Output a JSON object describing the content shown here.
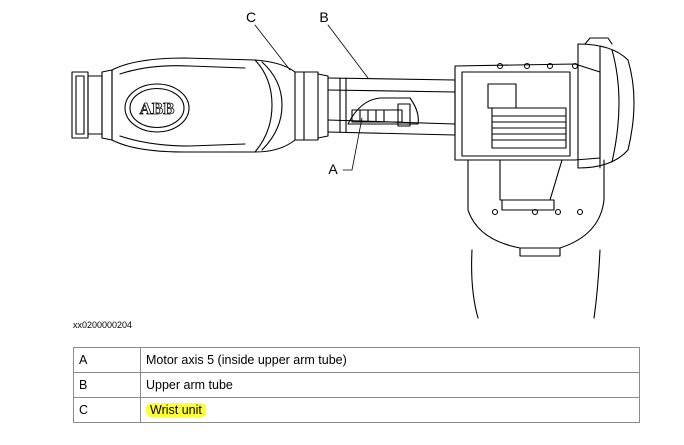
{
  "figure": {
    "callouts": [
      "A",
      "B",
      "C"
    ],
    "logo_text": "ABB",
    "id": "xx0200000204"
  },
  "legend": [
    {
      "key": "A",
      "label": "Motor axis 5 (inside upper arm tube)",
      "highlight": false
    },
    {
      "key": "B",
      "label": "Upper arm tube",
      "highlight": false
    },
    {
      "key": "C",
      "label": "Wrist unit",
      "highlight": true,
      "highlight_color": "#ffff33"
    }
  ]
}
